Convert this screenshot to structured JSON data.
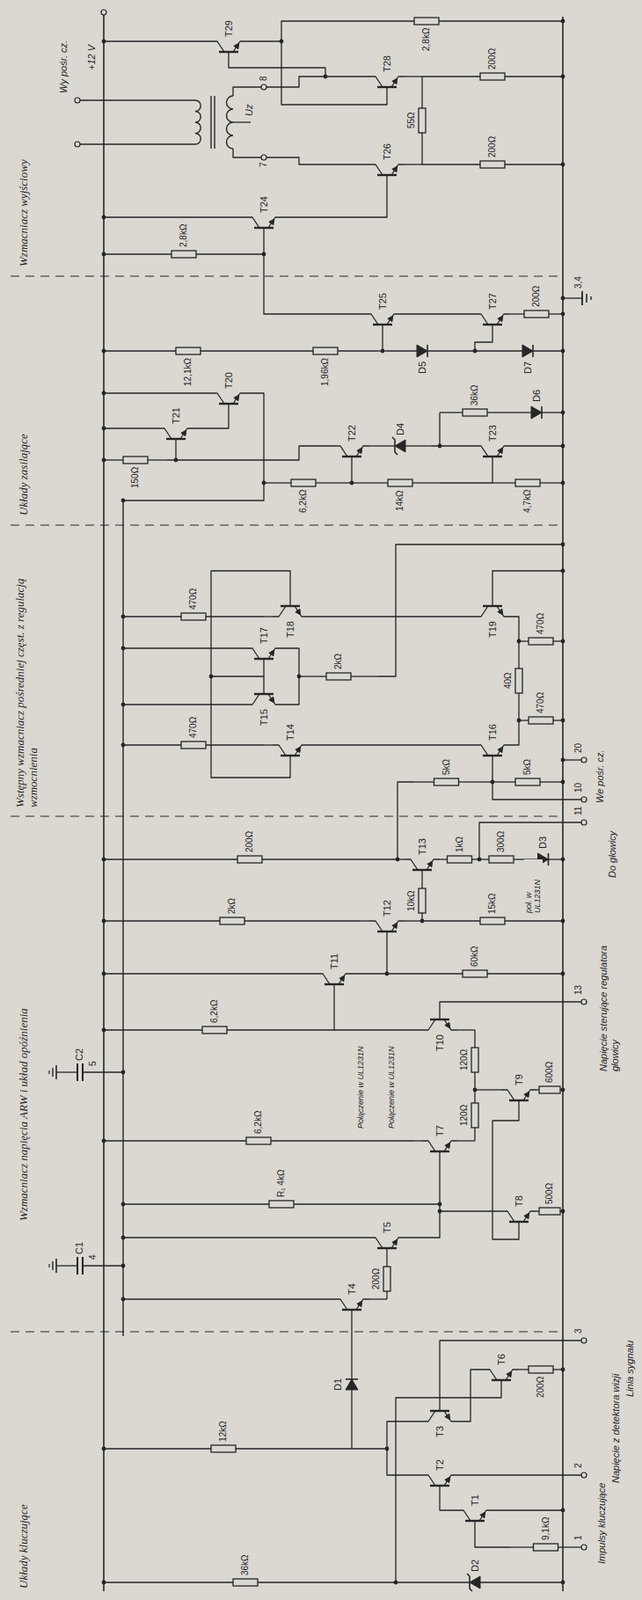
{
  "diagram": {
    "labels": [
      "Układy kluczujące",
      "Wzmacniacz napięcia ARW i układ opóźnienia",
      "Wstępny wzmacniacz pośredniej częst. z regulacją wzmocnienia",
      "Układy zasilające",
      "Wzmacniacz wyjściowy",
      "+12 V",
      "Impulsy kluczujące",
      "Napięcie z detektora wizji",
      "Linia sygnału",
      "We pośr. cz.",
      "Wy pośr. cz.",
      "Do głowicy",
      "Napięcie sterujące regulatora głowicy",
      "Uz",
      "C1",
      "C2",
      "Połączenie w UL1231N",
      "Połączenie w UL1231N",
      "poł. w UL1231N",
      "1",
      "2",
      "3",
      "4",
      "5",
      "13",
      "11",
      "10",
      "7",
      "8",
      "3,4",
      "20",
      "T1",
      "T2",
      "T3",
      "T4",
      "T5",
      "T6",
      "T7",
      "T8",
      "T9",
      "T10",
      "T11",
      "T12",
      "T13",
      "T14",
      "T15",
      "T16",
      "T17",
      "T18",
      "T19",
      "T20",
      "T21",
      "T22",
      "T23",
      "T24",
      "T25",
      "T26",
      "T27",
      "T28",
      "T29",
      "D1",
      "D2",
      "D3",
      "D4",
      "D5",
      "D6",
      "D7",
      "9,1kΩ",
      "36kΩ",
      "12kΩ",
      "200Ω",
      "200Ω",
      "R₁ 4kΩ",
      "6,2kΩ",
      "120Ω",
      "120Ω",
      "6,2kΩ",
      "2kΩ",
      "200Ω",
      "15kΩ",
      "1kΩ",
      "10kΩ",
      "60kΩ",
      "300Ω",
      "500Ω",
      "600Ω",
      "470Ω",
      "470Ω",
      "2kΩ",
      "470Ω",
      "40Ω",
      "470Ω",
      "5kΩ",
      "5kΩ",
      "150Ω",
      "6,2kΩ",
      "12,1kΩ",
      "14kΩ",
      "36kΩ",
      "4,7kΩ",
      "1,96kΩ",
      "200Ω",
      "2,8kΩ",
      "200Ω",
      "55Ω",
      "200Ω",
      "2,8kΩ"
    ]
  }
}
